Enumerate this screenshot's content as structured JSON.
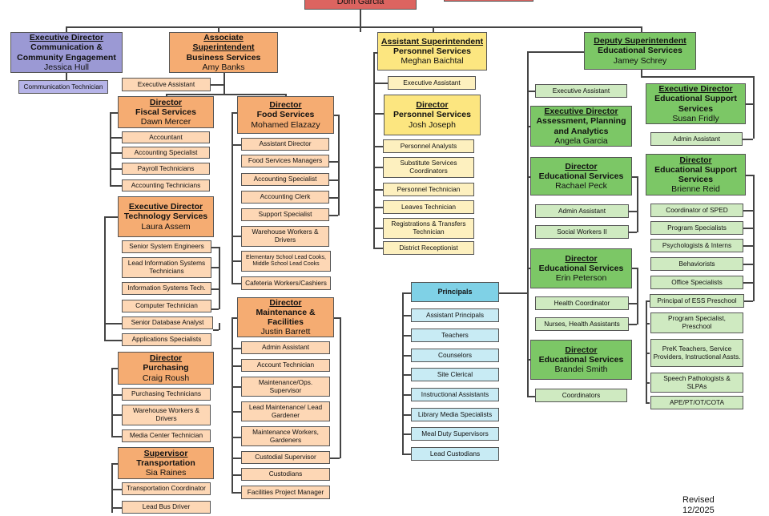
{
  "top": {
    "name": "Dom Garcia"
  },
  "comm": {
    "title": "Executive Director",
    "dept": "Communication & Community Engagement",
    "name": "Jessica Hull",
    "staff": [
      "Communication Technician"
    ]
  },
  "business": {
    "title": "Associate Superintendent",
    "dept": "Business Services",
    "name": "Amy Banks",
    "assistant": "Executive Assistant",
    "fiscal": {
      "title": "Director",
      "dept": "Fiscal Services",
      "name": "Dawn Mercer",
      "staff": [
        "Accountant",
        "Accounting Specialist",
        "Payroll Technicians",
        "Accounting Technicians"
      ]
    },
    "tech": {
      "title": "Executive Director",
      "dept": "Technology Services",
      "name": "Laura Assem",
      "staff": [
        "Senior System Engineers",
        "Lead Information Systems Technicians",
        "Information Systems Tech.",
        "Computer Technician",
        "Senior Database Analyst",
        "Applications Specialists"
      ]
    },
    "purchasing": {
      "title": "Director",
      "dept": "Purchasing",
      "name": "Craig Roush",
      "staff": [
        "Purchasing Technicians",
        "Warehouse Workers & Drivers",
        "Media Center Technician"
      ]
    },
    "transport": {
      "title": "Supervisor",
      "dept": "Transportation",
      "name": "Sia Raines",
      "staff": [
        "Transportation Coordinator",
        "Lead Bus Driver"
      ]
    },
    "food": {
      "title": "Director",
      "dept": "Food Services",
      "name": "Mohamed Elazazy",
      "staff": [
        "Assistant Director",
        "Food Services Managers",
        "Accounting Specialist",
        "Accounting Clerk",
        "Support Specialist",
        "Warehouse Workers & Drivers",
        "Elementary School Lead Cooks, Middle School Lead Cooks",
        "Cafeteria Workers/Cashiers"
      ]
    },
    "maint": {
      "title": "Director",
      "dept": "Maintenance & Facilities",
      "name": "Justin Barrett",
      "staff": [
        "Admin Assistant",
        "Account Technician",
        "Maintenance/Ops. Supervisor",
        "Lead Maintenance/ Lead Gardener",
        "Maintenance Workers, Gardeners",
        "Custodial Supervisor",
        "Custodians",
        "Facilities Project Manager"
      ]
    }
  },
  "personnel": {
    "title": "Assistant Superintendent",
    "dept": "Personnel Services",
    "name": "Meghan Baichtal",
    "assistant": "Executive Assistant",
    "director": {
      "title": "Director",
      "dept": "Personnel Services",
      "name": "Josh Joseph",
      "staff": [
        "Personnel Analysts",
        "Substitute Services Coordinators",
        "Personnel Technician",
        "Leaves Technician",
        "Registrations & Transfers Technician",
        "District Receptionist"
      ]
    }
  },
  "principals": {
    "title": "Principals",
    "staff": [
      "Assistant Principals",
      "Teachers",
      "Counselors",
      "Site Clerical",
      "Instructional Assistants",
      "Library Media Specialists",
      "Meal Duty Supervisors",
      "Lead Custodians"
    ]
  },
  "educational": {
    "title": "Deputy Superintendent",
    "dept": "Educational Services",
    "name": "Jamey Schrey",
    "assistant": "Executive Assistant",
    "assessment": {
      "title": "Executive Director",
      "dept": "Assessment, Planning and Analytics",
      "name": "Angela Garcia"
    },
    "edpeck": {
      "title": "Director",
      "dept": "Educational Services",
      "name": "Rachael Peck",
      "staff": [
        "Admin Assistant",
        "Social Workers II"
      ]
    },
    "edpeterson": {
      "title": "Director",
      "dept": "Educational Services",
      "name": "Erin Peterson",
      "staff": [
        "Health Coordinator",
        "Nurses, Health Assistants"
      ]
    },
    "edsmith": {
      "title": "Director",
      "dept": "Educational Services",
      "name": "Brandei Smith"
    },
    "coordinators": "Coordinators",
    "support_exec": {
      "title": "Executive Director",
      "dept": "Educational Support Services",
      "name": "Susan Fridly",
      "staff": [
        "Admin Assistant"
      ]
    },
    "support_dir": {
      "title": "Director",
      "dept": "Educational Support Services",
      "name": "Brienne Reid",
      "staff": [
        "Coordinator of SPED",
        "Program Specialists",
        "Psychologists & Interns",
        "Behaviorists",
        "Office Specialists",
        "Principal of ESS Preschool",
        "Program Specialist, Preschool",
        "PreK Teachers, Service Providers, Instructional Assts.",
        "Speech Pathologists & SLPAs",
        "APE/PT/OT/COTA"
      ]
    }
  },
  "footer": {
    "revised": "Revised",
    "date": "12/2025"
  }
}
